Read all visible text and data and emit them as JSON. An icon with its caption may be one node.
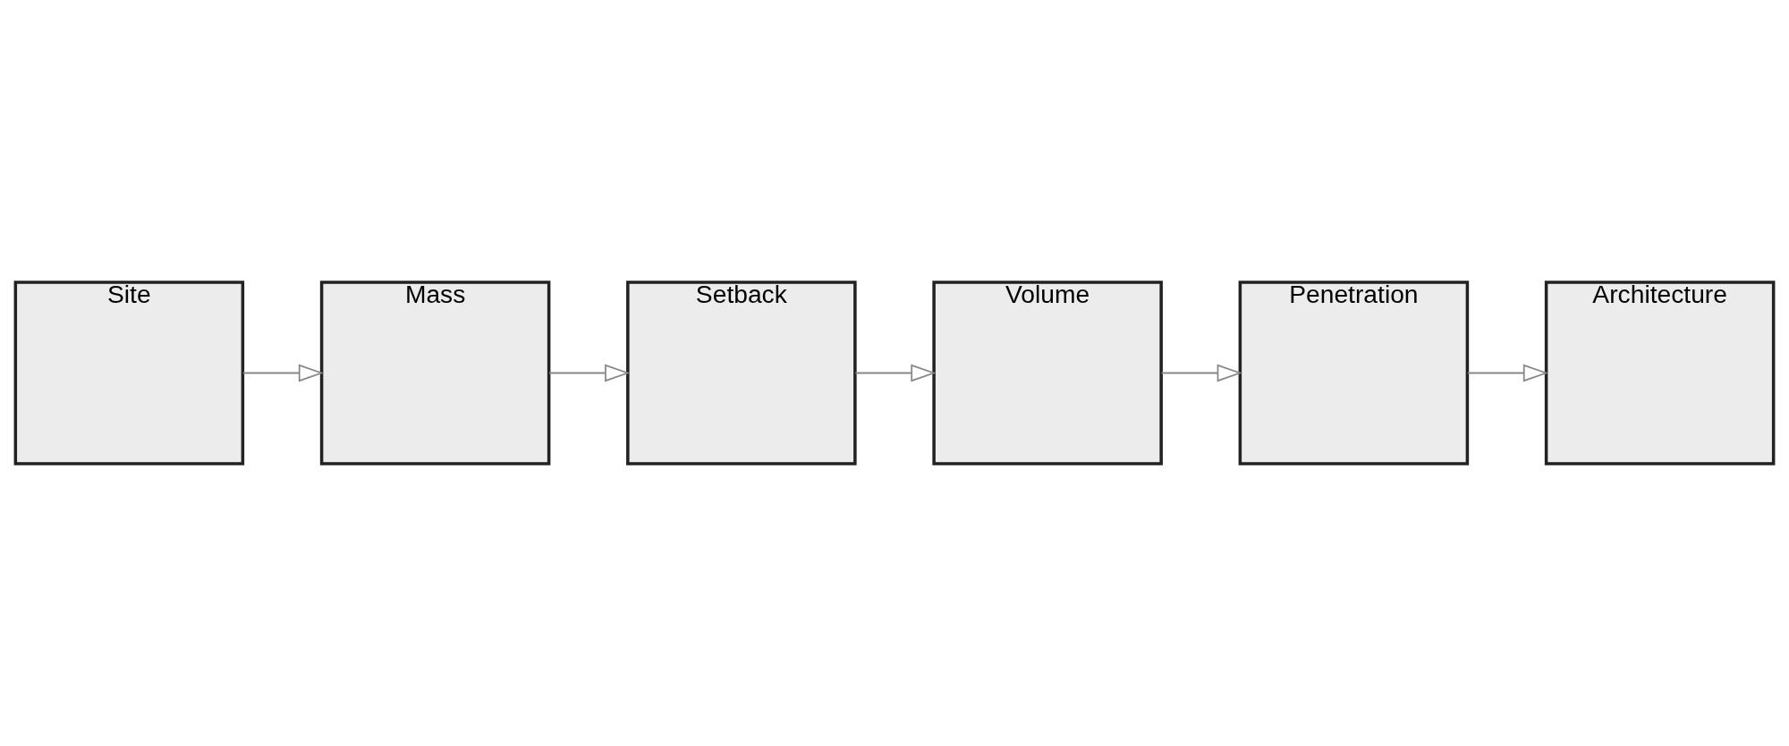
{
  "diagram": {
    "nodes": [
      {
        "text": [
          "Site"
        ]
      },
      {
        "text": [
          "Mass"
        ]
      },
      {
        "text": [
          "Setback"
        ]
      },
      {
        "text": [
          "Volume"
        ]
      },
      {
        "text": [
          "Penetration"
        ]
      },
      {
        "text": [
          "Architecture"
        ]
      }
    ],
    "edges": [
      {
        "from": 0,
        "to": 1,
        "arrow": "to"
      },
      {
        "from": 1,
        "to": 2,
        "arrow": "to"
      },
      {
        "from": 2,
        "to": 3,
        "arrow": "to"
      },
      {
        "from": 3,
        "to": 4,
        "arrow": "to"
      },
      {
        "from": 4,
        "to": 5,
        "arrow": "to"
      }
    ]
  }
}
